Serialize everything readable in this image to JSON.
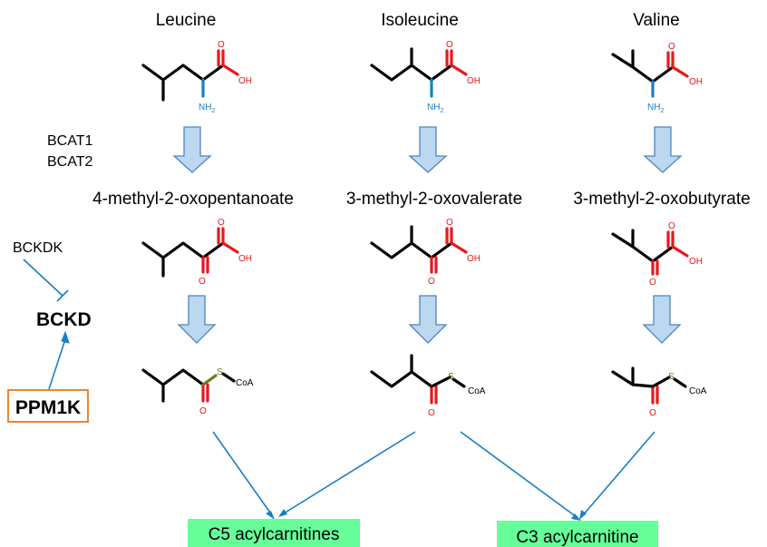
{
  "columns": [
    {
      "amino_acid": "Leucine",
      "keto_acid": "4-methyl-2-oxopentanoate"
    },
    {
      "amino_acid": "Isoleucine",
      "keto_acid": "3-methyl-2-oxovalerate"
    },
    {
      "amino_acid": "Valine",
      "keto_acid": "3-methyl-2-oxobutyrate"
    }
  ],
  "atoms": {
    "oxygen": "O",
    "hydroxyl": "OH",
    "amine": "NH",
    "amine_sub": "2",
    "sulfur": "S",
    "coa": "CoA"
  },
  "enzymes": {
    "bcat1": "BCAT1",
    "bcat2": "BCAT2",
    "bckdk": "BCKDK",
    "bckd": "BCKD",
    "ppm1k": "PPM1K"
  },
  "outputs": {
    "c5": "C5 acylcarnitines",
    "c3": "C3 acylcarnitine"
  },
  "colors": {
    "oxygen": "#e8181c",
    "nitrogen": "#1a7fbf",
    "sulfur": "#6b7a17",
    "pathway_arrow": "#1a7fbf",
    "block_arrow_fill": "#bcd7f0",
    "output_box": "#66ff99",
    "ppm1k_border": "#e87a1e"
  }
}
